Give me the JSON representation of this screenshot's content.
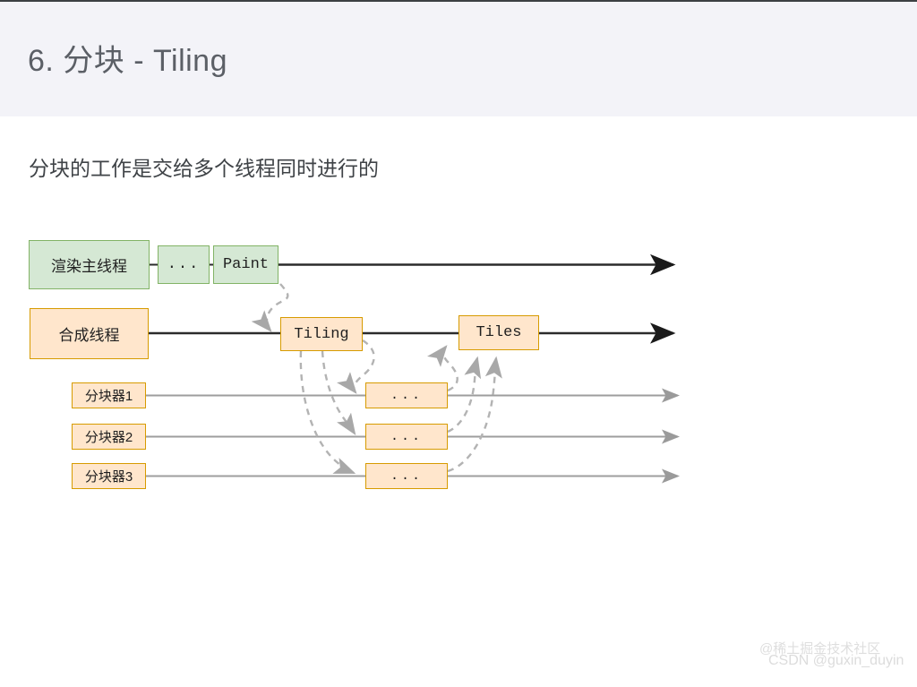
{
  "slide": {
    "title": "6. 分块 - Tiling",
    "subtitle": "分块的工作是交给多个线程同时进行的",
    "header_bg": "#f3f3f8",
    "title_color": "#5b5f66"
  },
  "diagram": {
    "type": "timeline-flow",
    "palette": {
      "green_fill": "#d5e8d4",
      "green_stroke": "#82b366",
      "orange_fill": "#ffe6cc",
      "orange_stroke": "#d79b00",
      "solid_line": "#2b2b2b",
      "thin_line": "#9e9e9e",
      "dashed_line": "#b0b0b0"
    },
    "lanes": [
      {
        "id": "render-main-thread",
        "label": "渲染主线程",
        "style": "green",
        "arrow": "black"
      },
      {
        "id": "compositor-thread",
        "label": "合成线程",
        "style": "orange",
        "arrow": "black"
      },
      {
        "id": "tiler-1",
        "label": "分块器1",
        "style": "orange",
        "arrow": "gray"
      },
      {
        "id": "tiler-2",
        "label": "分块器2",
        "style": "orange",
        "arrow": "gray"
      },
      {
        "id": "tiler-3",
        "label": "分块器3",
        "style": "orange",
        "arrow": "gray"
      }
    ],
    "nodes": [
      {
        "id": "dots-main",
        "label": "...",
        "lane": "render-main-thread",
        "style": "green"
      },
      {
        "id": "paint",
        "label": "Paint",
        "lane": "render-main-thread",
        "style": "green"
      },
      {
        "id": "tiling",
        "label": "Tiling",
        "lane": "compositor-thread",
        "style": "orange"
      },
      {
        "id": "tiles",
        "label": "Tiles",
        "lane": "compositor-thread",
        "style": "orange"
      },
      {
        "id": "dots-tiler-1",
        "label": "...",
        "lane": "tiler-1",
        "style": "orange"
      },
      {
        "id": "dots-tiler-2",
        "label": "...",
        "lane": "tiler-2",
        "style": "orange"
      },
      {
        "id": "dots-tiler-3",
        "label": "...",
        "lane": "tiler-3",
        "style": "orange"
      }
    ],
    "edges": [
      {
        "from": "paint",
        "to": "tiling",
        "style": "dashed"
      },
      {
        "from": "tiling",
        "to": "dots-tiler-1",
        "style": "dashed"
      },
      {
        "from": "tiling",
        "to": "dots-tiler-2",
        "style": "dashed"
      },
      {
        "from": "tiling",
        "to": "dots-tiler-3",
        "style": "dashed"
      },
      {
        "from": "dots-tiler-1",
        "to": "tiles",
        "style": "dashed"
      },
      {
        "from": "dots-tiler-2",
        "to": "tiles",
        "style": "dashed"
      },
      {
        "from": "dots-tiler-3",
        "to": "tiles",
        "style": "dashed"
      }
    ]
  },
  "watermarks": {
    "juejin": "@稀土掘金技术社区",
    "csdn": "CSDN @guxin_duyin"
  }
}
